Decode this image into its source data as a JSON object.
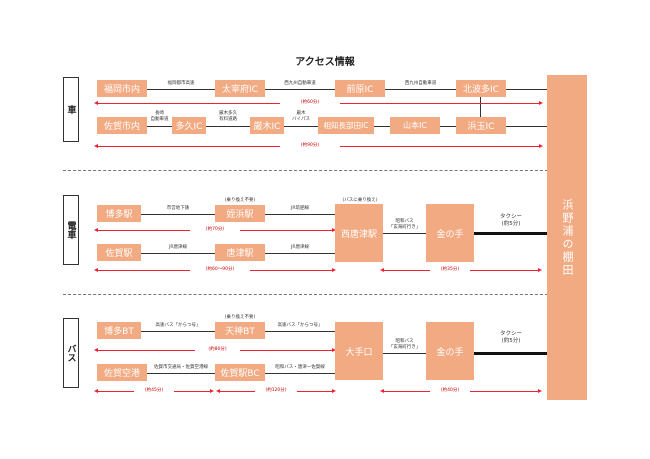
{
  "title": "アクセス情報",
  "sections": {
    "car": "車",
    "train": "電車",
    "bus": "バス"
  },
  "destination": "浜野浦の棚田",
  "car": {
    "row1": {
      "nodes": [
        "福岡市内",
        "太宰府IC",
        "前原IC",
        "北波多IC"
      ],
      "labels": [
        "福岡都市高速",
        "西九州自動車道",
        "西九州自動車道"
      ],
      "duration": "(約60分)"
    },
    "row2": {
      "nodes": [
        "佐賀市内",
        "多久IC",
        "厳木IC",
        "相知長部田IC",
        "山本IC",
        "浜玉IC"
      ],
      "labels": [
        "長崎\n自動車道",
        "厳木多久\n有料道路",
        "厳木\nバイパス"
      ],
      "duration": "(約90分)"
    }
  },
  "train": {
    "row1": {
      "nodes": [
        "博多駅",
        "姪浜駅"
      ],
      "labels": [
        "市営地下鉄",
        "JR筑肥線"
      ],
      "above": "(乗り換え不要)",
      "duration": "(約70分)"
    },
    "row2": {
      "nodes": [
        "佐賀駅",
        "唐津駅"
      ],
      "labels": [
        "JR唐津線",
        "JR唐津線"
      ],
      "duration": "(約60〜90分)"
    },
    "hub": "西唐津駅",
    "hub_above": "(バスに乗り換え)",
    "bus_label": "昭和バス\n「玄海町行き」",
    "stop": "金の手",
    "taxi": "タクシー\n(約5分)",
    "duration": "(約35分)"
  },
  "bus": {
    "row1": {
      "nodes": [
        "博多BT",
        "天神BT"
      ],
      "labels": [
        "高速バス「からつ号」",
        "高速バス「からつ号」"
      ],
      "above": "(乗り換え不要)",
      "duration": "(約80分)"
    },
    "row2": {
      "nodes": [
        "佐賀空港",
        "佐賀駅BC"
      ],
      "labels": [
        "佐賀市交通局・佐賀空港線",
        "昭和バス・唐津ー佐賀線"
      ],
      "duration1": "(約45分)",
      "duration2": "(約120分)"
    },
    "hub": "大手口",
    "bus_label": "昭和バス\n「玄海町行き」",
    "stop": "金の手",
    "taxi": "タクシー\n(約5分)",
    "duration": "(約40分)"
  }
}
